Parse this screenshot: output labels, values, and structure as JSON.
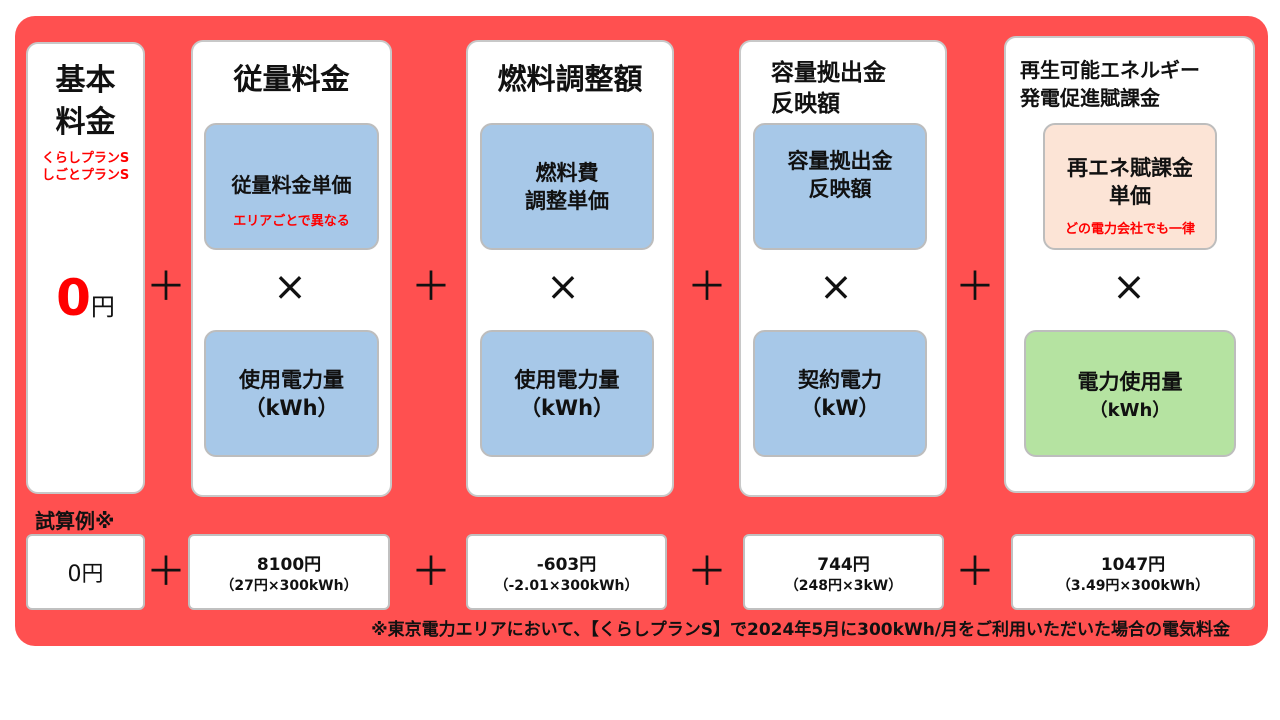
{
  "basic": {
    "title": "基本\n料金",
    "plans": "くらしプランS\nしごとプランS",
    "amount": "0",
    "unit": "円"
  },
  "usage": {
    "title": "従量料金",
    "unit_price": "従量料金単価",
    "note": "エリアごとで異なる",
    "quantity": "使用電力量\n（kWh）"
  },
  "fuel": {
    "title": "燃料調整額",
    "unit_price": "燃料費\n調整単価",
    "quantity": "使用電力量\n（kWh）"
  },
  "capacity": {
    "title": "容量拠出金\n反映額",
    "unit_price": "容量拠出金\n反映額",
    "quantity": "契約電力\n（kW）"
  },
  "renewable": {
    "title": "再生可能エネルギー\n発電促進賦課金",
    "unit_price": "再エネ賦課金\n単価",
    "note": "どの電力会社でも一律",
    "quantity": "電力使用量",
    "quantity_unit": "（kWh）"
  },
  "symbols": {
    "plus": "＋",
    "times": "×"
  },
  "example": {
    "label": "試算例※",
    "basic": "0円",
    "usage": {
      "value": "8100円",
      "formula": "（27円×300kWh）"
    },
    "fuel": {
      "value": "-603円",
      "formula": "（-2.01×300kWh）"
    },
    "capacity": {
      "value": "744円",
      "formula": "（248円×3kW）"
    },
    "renewable": {
      "value": "1047円",
      "formula": "（3.49円×300kWh）"
    },
    "footnote": "※東京電力エリアにおいて、【くらしプランS】で2024年5月に300kWh/月をご利用いただいた場合の電気料金"
  }
}
